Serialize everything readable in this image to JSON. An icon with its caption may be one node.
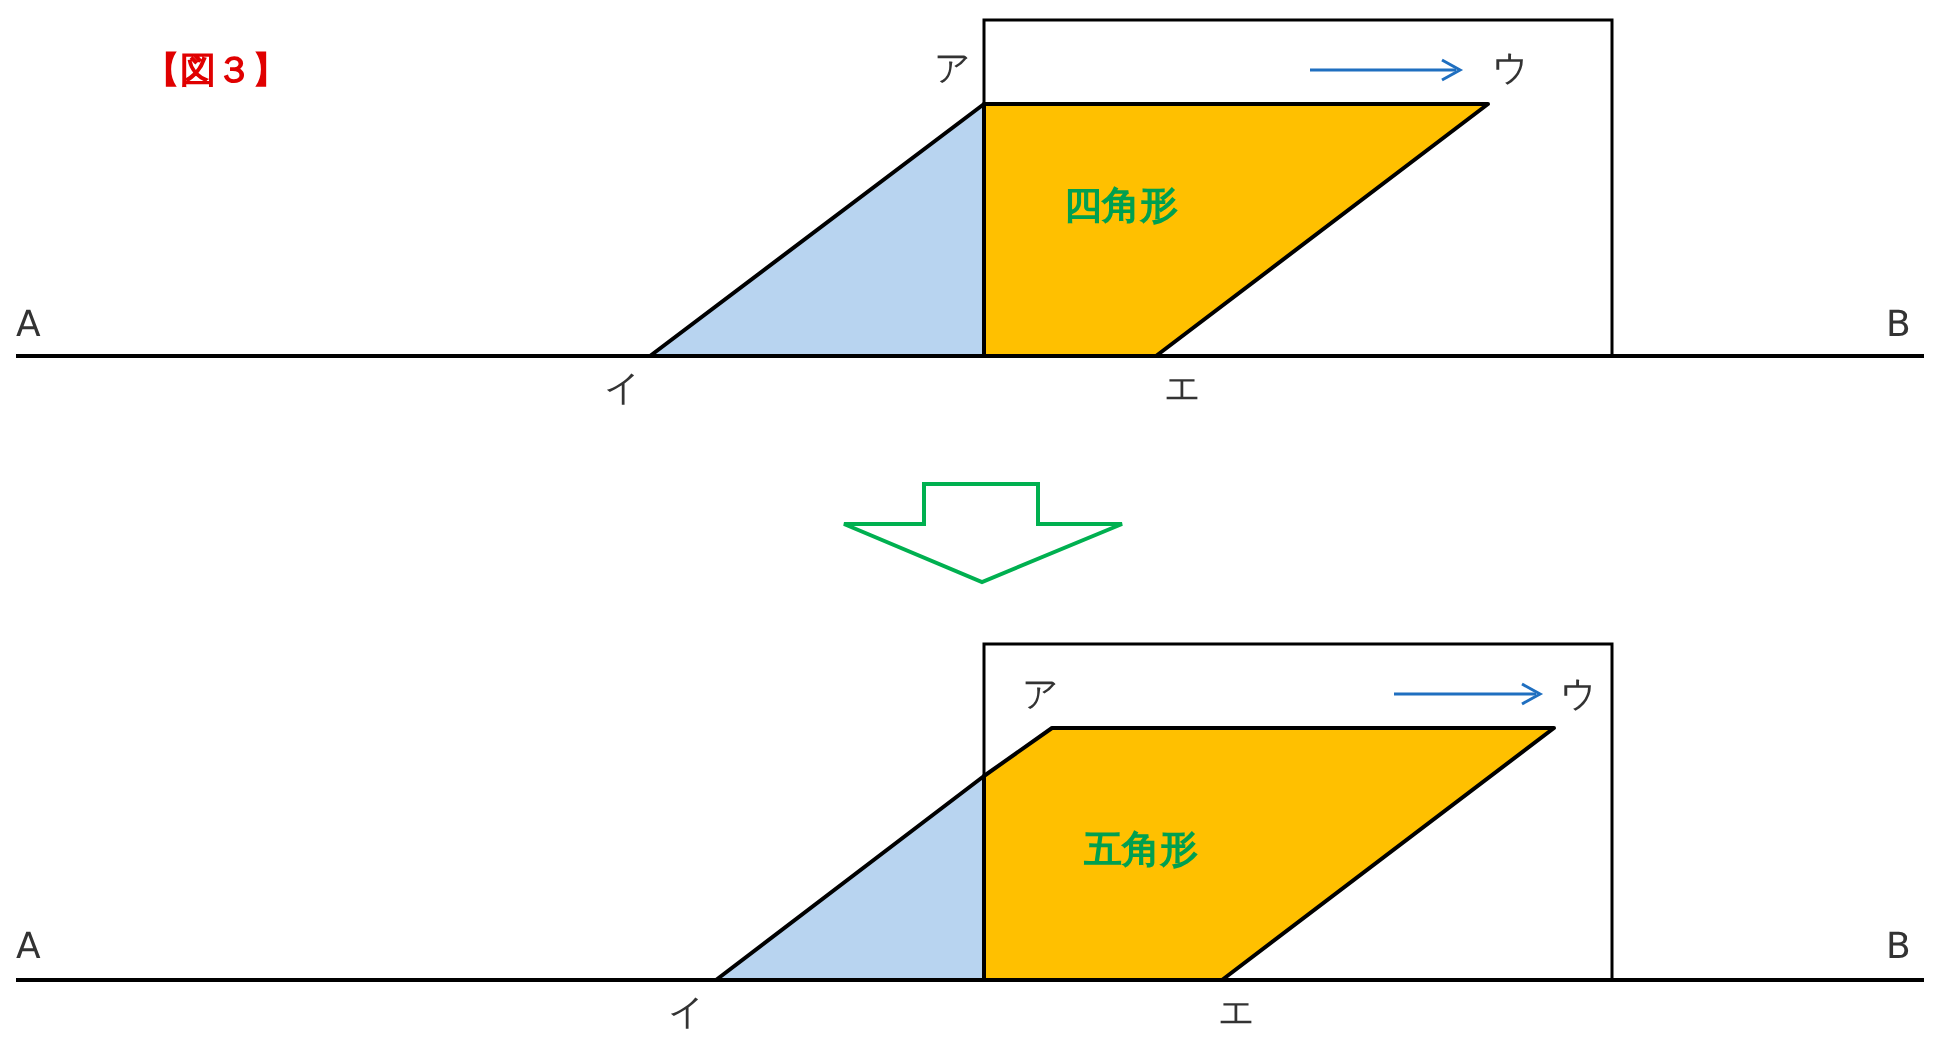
{
  "diagram": {
    "nodes": [
      {
        "text": [],
        "shape": "triangle"
      },
      {
        "text": [
          "四角形"
        ]
      },
      {
        "text": [],
        "shape": "triangle"
      },
      {
        "text": [
          "五角形"
        ]
      }
    ],
    "labels": [
      "【図３】",
      "ア",
      "ウ",
      "A",
      "B",
      "イ",
      "エ",
      "ア",
      "ウ",
      "A",
      "B",
      "イ",
      "エ"
    ]
  }
}
